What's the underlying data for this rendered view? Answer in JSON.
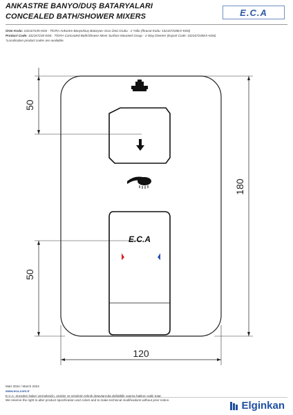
{
  "header": {
    "title_tr": "ANKASTRE BANYO/DUŞ BATARYALARI",
    "title_en": "CONCEALED BATH/SHOWER MIXERS",
    "logo_text": "E.C.A"
  },
  "codes": {
    "line1_label": "Ürün Kodu:",
    "line1_text": "102167235-KD6 - TİGRA Ankastre Banyo/Duş Bataryası Sıva Üstü Grubu - 2 Yollu (İhracat Kodu: 102167235EX-KD6)",
    "line2_label": "Product Code:",
    "line2_text": "102167235-KD6 - TİGRA Concealed Bath/Shower Mixer Surface Mounted Group - 2 Way Diverter (Export Code: 102167235EX-KD6)",
    "line3": "*Localisation product codes are available."
  },
  "dimensions": {
    "top_left": "50",
    "bottom_left": "50",
    "height": "180",
    "width": "120"
  },
  "plate_logo": "E.C.A",
  "colors": {
    "hot": "#d6232a",
    "cold": "#2a4fb0",
    "brand": "#1f4fa0"
  },
  "footer": {
    "date": "Mart 2024 / March 2024",
    "website": "www.eca.com.tr",
    "note_tr": "E.C.A. önceden haber vermeksizin, ürünler ve ürünlerin teknik detaylarında değişiklik yapma hakkını saklı tutar.",
    "note_en": "We reserve the right to alter product specification and colors and to make technical modifications without prior notice.",
    "brand": "Elginkan"
  }
}
